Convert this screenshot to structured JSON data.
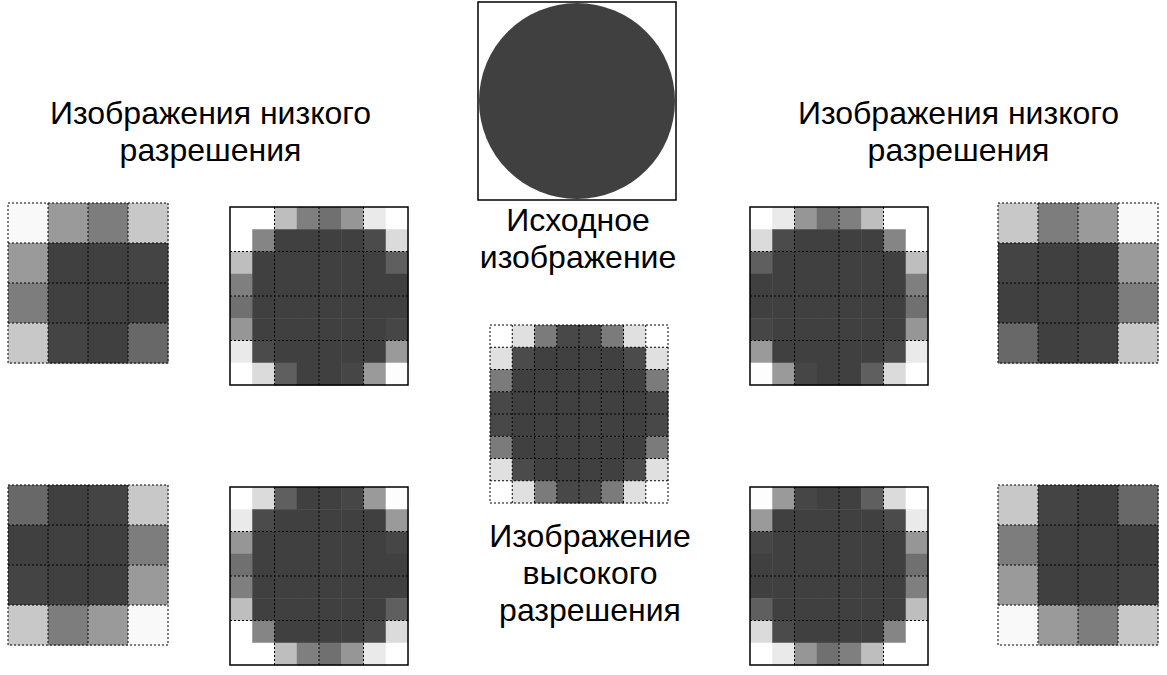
{
  "diagram": {
    "labels": [
      "Изображения низкого разрешения",
      "Исходное изображение",
      "Изображения низкого разрешения",
      "Изображение высокого разрешения"
    ]
  }
}
